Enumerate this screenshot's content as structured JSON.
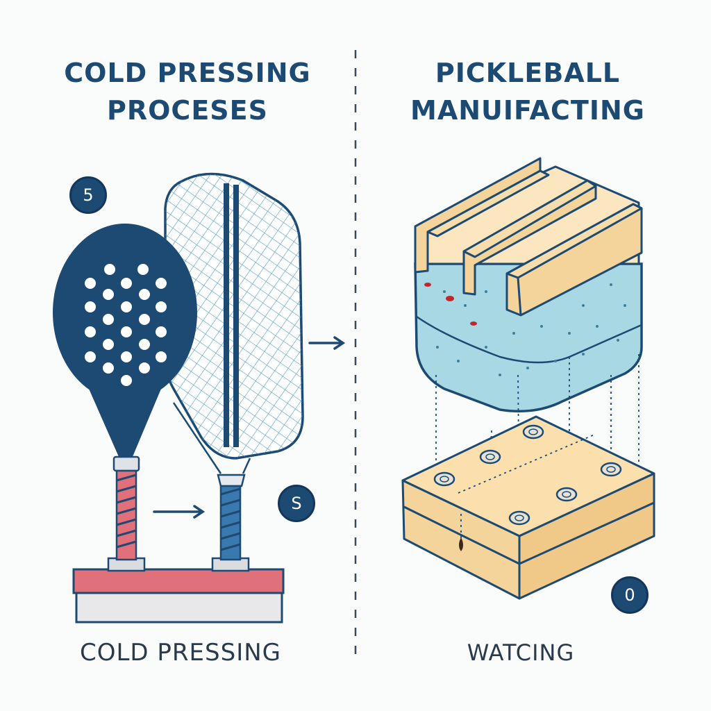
{
  "left_panel": {
    "title_line1": "COLD PRESSING",
    "title_line2": "PROCESES",
    "caption": "COLD PRESSING",
    "badge_top": "5",
    "badge_bottom": "S"
  },
  "right_panel": {
    "title_line1": "PICKLEBALL",
    "title_line2": "MANUIFACTING",
    "caption": "WATCING",
    "badge": "0"
  },
  "colors": {
    "navy": "#1c4a72",
    "coral": "#e0707a",
    "water": "#a8d8e4",
    "wood": "#f4d49a",
    "mesh": "#3a8fc0"
  },
  "icons": [
    "paddle-icon",
    "mesh-paddle-icon",
    "press-base-icon",
    "arrow-right-icon",
    "wooden-mold-icon",
    "water-tank-icon",
    "wooden-block-icon"
  ]
}
